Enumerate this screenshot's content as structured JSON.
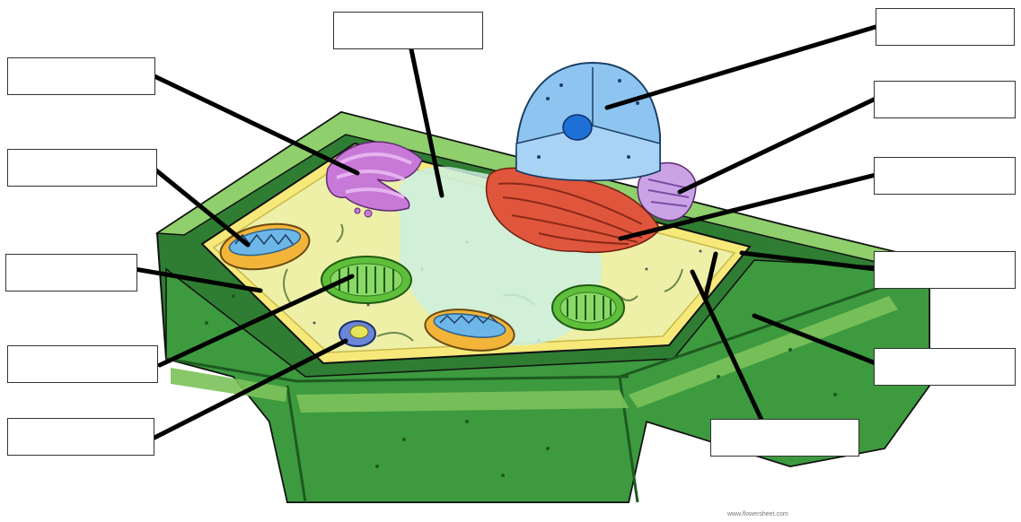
{
  "diagram": {
    "colors": {
      "cell_wall_light": "#8fcf6c",
      "cell_wall_dark": "#2f7d32",
      "cytoplasm": "#eef0a8",
      "membrane": "#f6e97a",
      "vacuole": "#cdeee0",
      "nucleus": "#8ec5f0",
      "nucleolus": "#1e6fd6",
      "golgi": "#c879d8",
      "rough_er": "#e0563c",
      "chloroplast": "#5fbf3a",
      "mitochondrion": "#f2b53a",
      "outline": "#111111"
    },
    "labels": [
      {
        "id": "label-top-center",
        "text": ""
      },
      {
        "id": "label-left-1",
        "text": ""
      },
      {
        "id": "label-left-2",
        "text": ""
      },
      {
        "id": "label-left-3",
        "text": ""
      },
      {
        "id": "label-left-4",
        "text": ""
      },
      {
        "id": "label-left-5",
        "text": ""
      },
      {
        "id": "label-right-1",
        "text": ""
      },
      {
        "id": "label-right-2",
        "text": ""
      },
      {
        "id": "label-right-3",
        "text": ""
      },
      {
        "id": "label-right-4",
        "text": ""
      },
      {
        "id": "label-right-5",
        "text": ""
      },
      {
        "id": "label-bottom-center",
        "text": ""
      }
    ],
    "credit": "www.flowersheet.com"
  }
}
